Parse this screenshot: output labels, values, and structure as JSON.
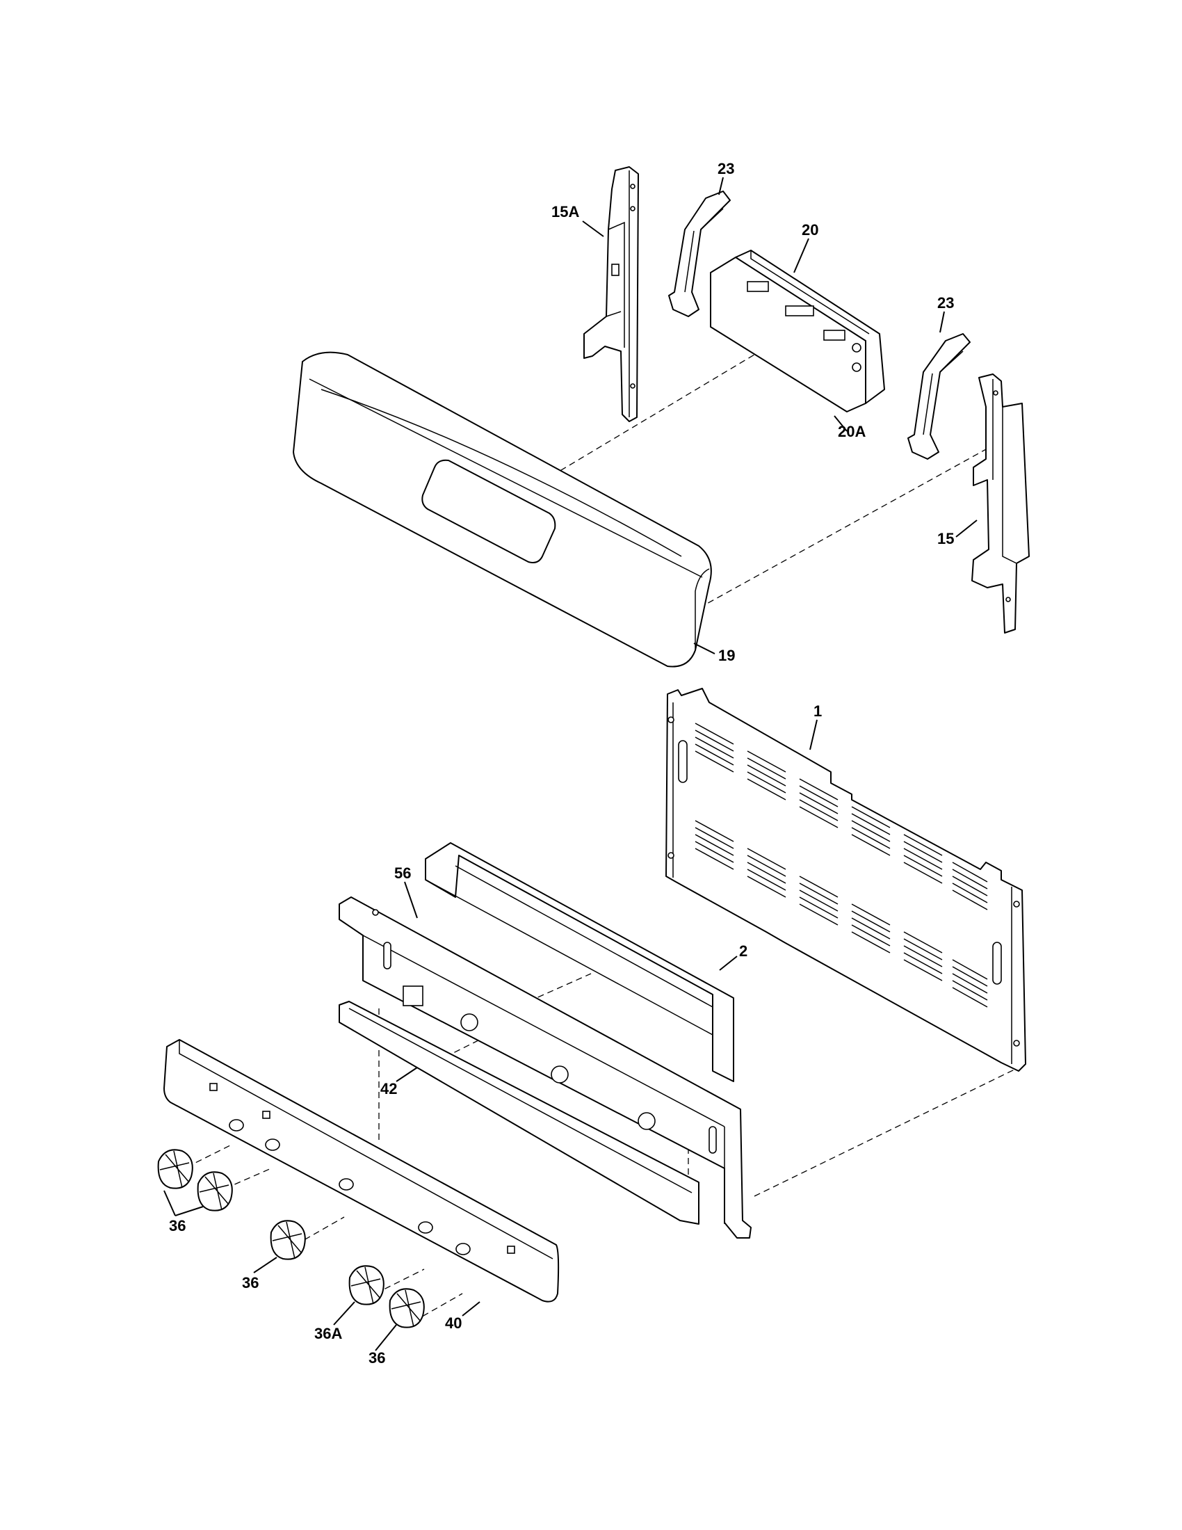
{
  "labels": {
    "l15a": "15A",
    "l23a": "23",
    "l20": "20",
    "l20a": "20A",
    "l23b": "23",
    "l15": "15",
    "l19": "19",
    "l1": "1",
    "l56": "56",
    "l2": "2",
    "l42": "42",
    "l36a": "36",
    "l36b": "36",
    "l36A": "36A",
    "l36c": "36",
    "l40": "40"
  }
}
